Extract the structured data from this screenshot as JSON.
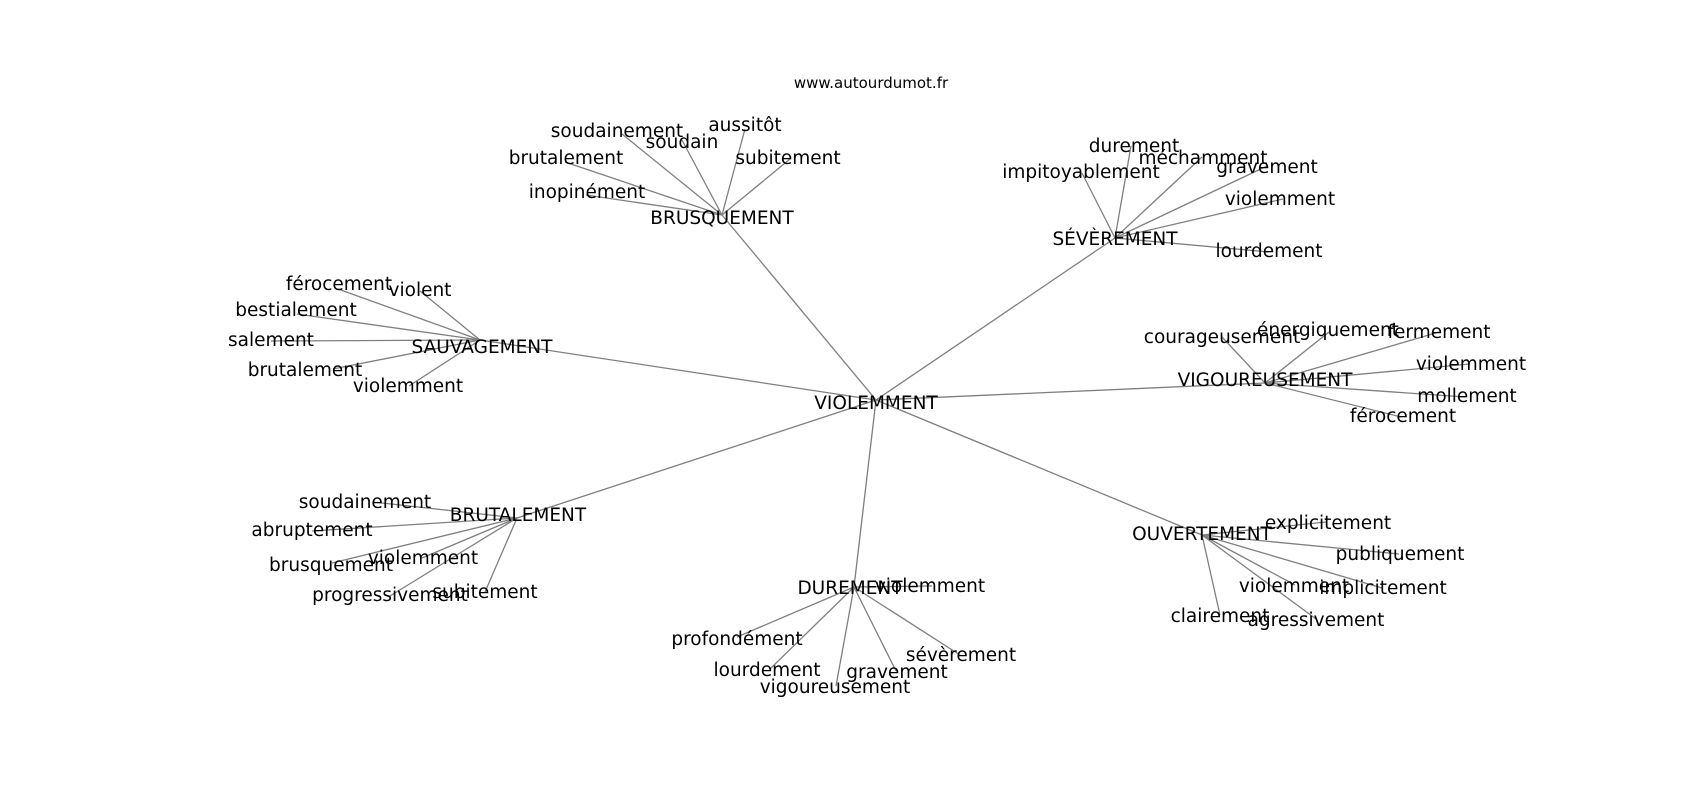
{
  "source": "www.autourdumot.fr",
  "graph": {
    "center": "VIOLEMMENT",
    "branches": [
      {
        "label": "BRUSQUEMENT",
        "leaves": [
          "soudainement",
          "aussitôt",
          "soudain",
          "brutalement",
          "subitement",
          "inopinément"
        ]
      },
      {
        "label": "SÉVÈREMENT",
        "leaves": [
          "durement",
          "méchamment",
          "impitoyablement",
          "gravement",
          "violemment",
          "lourdement"
        ]
      },
      {
        "label": "SAUVAGEMENT",
        "leaves": [
          "férocement",
          "violent",
          "bestialement",
          "salement",
          "brutalement",
          "violemment"
        ]
      },
      {
        "label": "VIGOUREUSEMENT",
        "leaves": [
          "énergiquement",
          "courageusement",
          "fermement",
          "violemment",
          "mollement",
          "férocement"
        ]
      },
      {
        "label": "BRUTALEMENT",
        "leaves": [
          "soudainement",
          "abruptement",
          "brusquement",
          "violemment",
          "progressivement",
          "subitement"
        ]
      },
      {
        "label": "OUVERTEMENT",
        "leaves": [
          "explicitement",
          "publiquement",
          "violemment",
          "implicitement",
          "clairement",
          "agressivement"
        ]
      },
      {
        "label": "DUREMENT",
        "leaves": [
          "violemment",
          "profondément",
          "sévèrement",
          "lourdement",
          "gravement",
          "vigoureusement"
        ]
      }
    ]
  }
}
